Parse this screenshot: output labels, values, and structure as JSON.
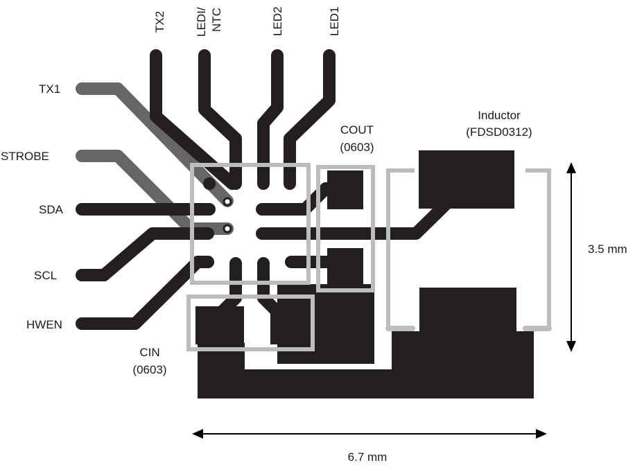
{
  "pins": {
    "tx2": "TX2",
    "ledi_ntc_line1": "LEDI/",
    "ledi_ntc_line2": "NTC",
    "led2": "LED2",
    "led1": "LED1",
    "tx1": "TX1",
    "strobe": "STROBE",
    "sda": "SDA",
    "scl": "SCL",
    "hwen": "HWEN"
  },
  "components": {
    "cout_name": "COUT",
    "cout_package": "(0603)",
    "inductor_name": "Inductor",
    "inductor_package": "(FDSD0312)",
    "cin_name": "CIN",
    "cin_package": "(0603)"
  },
  "dimensions": {
    "height": "3.5 mm",
    "width": "6.7 mm"
  },
  "colors": {
    "copper": "#231f20",
    "inner_trace": "#666666",
    "silkscreen": "#bdbdbd"
  }
}
